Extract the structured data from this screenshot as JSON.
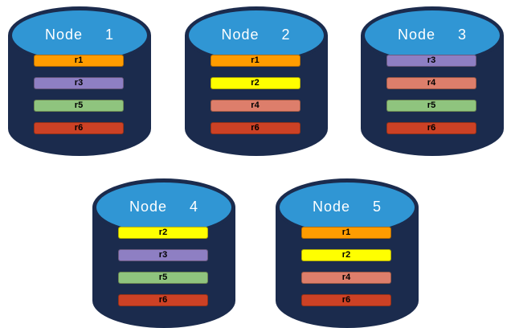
{
  "colors": {
    "cylinder_body": "#1B2B4D",
    "cylinder_cap": "#3096D4",
    "title_text": "#FFFFFF",
    "bar_text": "#000000",
    "replica_colors": {
      "r1": "#FF9C00",
      "r2": "#FFFF00",
      "r3": "#8E7FC3",
      "r4": "#DD7E6B",
      "r5": "#8FC47E",
      "r6": "#CC4125"
    }
  },
  "nodes": [
    {
      "label": "Node  1",
      "replicas": [
        {
          "label": "r1",
          "color": "#FF9C00"
        },
        {
          "label": "r3",
          "color": "#8E7FC3"
        },
        {
          "label": "r5",
          "color": "#8FC47E"
        },
        {
          "label": "r6",
          "color": "#CC4125"
        }
      ]
    },
    {
      "label": "Node  2",
      "replicas": [
        {
          "label": "r1",
          "color": "#FF9C00"
        },
        {
          "label": "r2",
          "color": "#FFFF00"
        },
        {
          "label": "r4",
          "color": "#DD7E6B"
        },
        {
          "label": "r6",
          "color": "#CC4125"
        }
      ]
    },
    {
      "label": "Node  3",
      "replicas": [
        {
          "label": "r3",
          "color": "#8E7FC3"
        },
        {
          "label": "r4",
          "color": "#DD7E6B"
        },
        {
          "label": "r5",
          "color": "#8FC47E"
        },
        {
          "label": "r6",
          "color": "#CC4125"
        }
      ]
    },
    {
      "label": "Node  4",
      "replicas": [
        {
          "label": "r2",
          "color": "#FFFF00"
        },
        {
          "label": "r3",
          "color": "#8E7FC3"
        },
        {
          "label": "r5",
          "color": "#8FC47E"
        },
        {
          "label": "r6",
          "color": "#CC4125"
        }
      ]
    },
    {
      "label": "Node  5",
      "replicas": [
        {
          "label": "r1",
          "color": "#FF9C00"
        },
        {
          "label": "r2",
          "color": "#FFFF00"
        },
        {
          "label": "r4",
          "color": "#DD7E6B"
        },
        {
          "label": "r6",
          "color": "#CC4125"
        }
      ]
    }
  ]
}
